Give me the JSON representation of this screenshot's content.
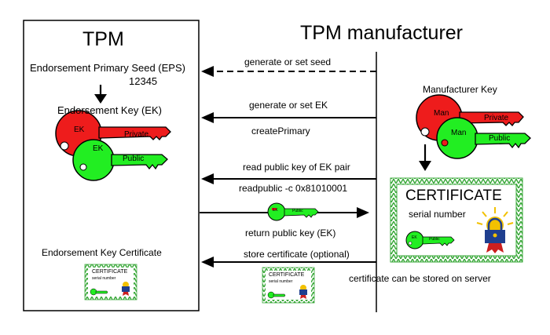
{
  "tpm": {
    "title": "TPM",
    "eps_label": "Endorsement Primary Seed (EPS)",
    "eps_value": "12345",
    "ek_label": "Endorsement Key (EK)",
    "ek_private_key": {
      "tag": "EK",
      "label": "Private"
    },
    "ek_public_key": {
      "tag": "EK",
      "label": "Public"
    },
    "ek_cert_label": "Endorsement Key Certificate"
  },
  "manufacturer": {
    "title": "TPM manufacturer",
    "key_label": "Manufacturer Key",
    "man_private_key": {
      "tag": "Man",
      "label": "Private"
    },
    "man_public_key": {
      "tag": "Man",
      "label": "Public"
    },
    "certificate_title": "CERTIFICATE",
    "certificate_serial": "serial number",
    "certificate_key_tag": "EK",
    "certificate_key_label": "Public",
    "server_note": "certificate can be stored on server"
  },
  "arrows": {
    "seed": "generate or set seed",
    "ek": "generate or set EK",
    "create_primary": "createPrimary",
    "read_pub": "read public key of EK pair",
    "readpublic_cmd": "readpublic -c 0x81010001",
    "transfer_key_tag": "EK",
    "transfer_key_label": "Public",
    "return_pub": "return public key (EK)",
    "store_cert": "store certificate (optional)",
    "small_cert_title": "CERTIFICATE",
    "small_cert_serial": "serial number"
  },
  "colors": {
    "private_key": "#ee1c1c",
    "public_key": "#22ee22",
    "certificate_border": "#3aa83a",
    "lock_blue": "#1f3f8f",
    "ribbon_red": "#cc1f1f",
    "sun": "#f2c100"
  }
}
